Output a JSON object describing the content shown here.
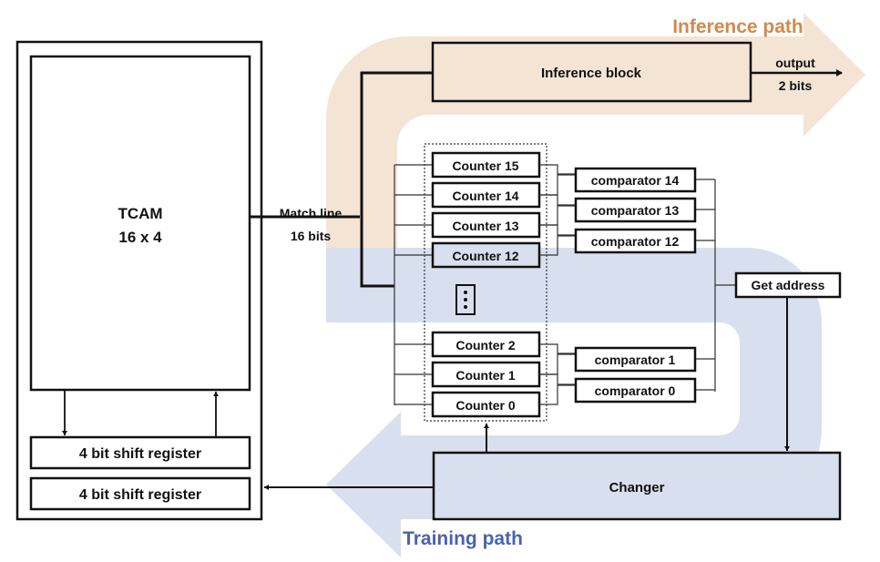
{
  "colors": {
    "inference_band": "#f3e4d4",
    "inference_text": "#d18a4e",
    "training_band": "#d8dfef",
    "training_text": "#4a63aa",
    "stroke": "#111111"
  },
  "tcam": {
    "title": "TCAM",
    "size": "16 x 4",
    "shift_registers": [
      "4 bit shift register",
      "4 bit shift register"
    ]
  },
  "match_line": {
    "label": "Match line",
    "width": "16 bits"
  },
  "inference": {
    "path_label": "Inference path",
    "block_label": "Inference block",
    "output_label": "output",
    "output_width": "2 bits"
  },
  "counters": {
    "top": [
      "Counter 15",
      "Counter 14",
      "Counter 13",
      "Counter 12"
    ],
    "ellipsis": "⋮",
    "bottom": [
      "Counter 2",
      "Counter 1",
      "Counter 0"
    ]
  },
  "comparators": {
    "top": [
      "comparator 14",
      "comparator 13",
      "comparator 12"
    ],
    "bottom": [
      "comparator  1",
      "comparator  0"
    ]
  },
  "get_address": "Get address",
  "training": {
    "path_label": "Training path",
    "changer_label": "Changer"
  }
}
